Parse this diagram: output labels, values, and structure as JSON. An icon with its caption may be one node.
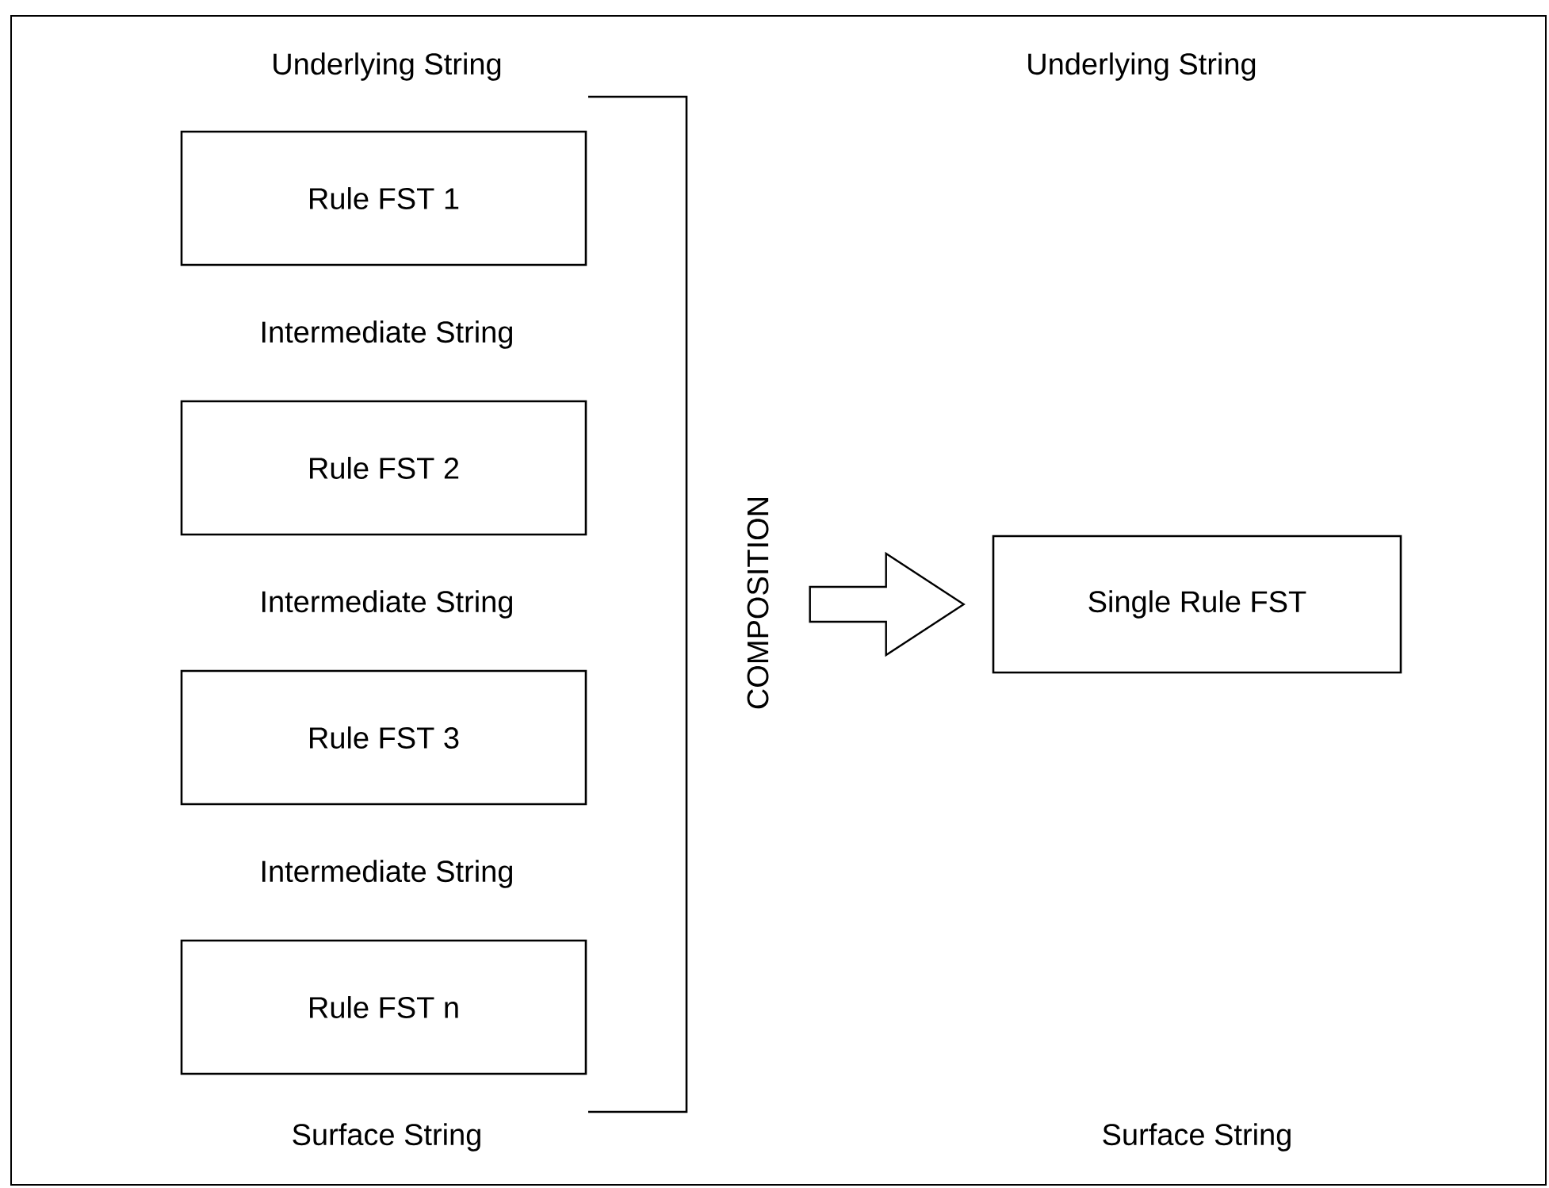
{
  "diagram": {
    "nodes": [
      {
        "text": [
          "Rule FST 1"
        ]
      },
      {
        "text": [
          "Rule FST 2"
        ]
      },
      {
        "text": [
          "Rule FST 3"
        ]
      },
      {
        "text": [
          "Rule FST n"
        ]
      },
      {
        "text": [
          "Single Rule FST"
        ]
      }
    ],
    "edges": [
      {
        "from": null,
        "to": 4,
        "arrow": "to"
      }
    ],
    "labels": [
      "Underlying String",
      "Underlying String",
      "Intermediate String",
      "COMPOSITION",
      "Intermediate String",
      "Intermediate String",
      "Surface String",
      "Surface String"
    ]
  }
}
